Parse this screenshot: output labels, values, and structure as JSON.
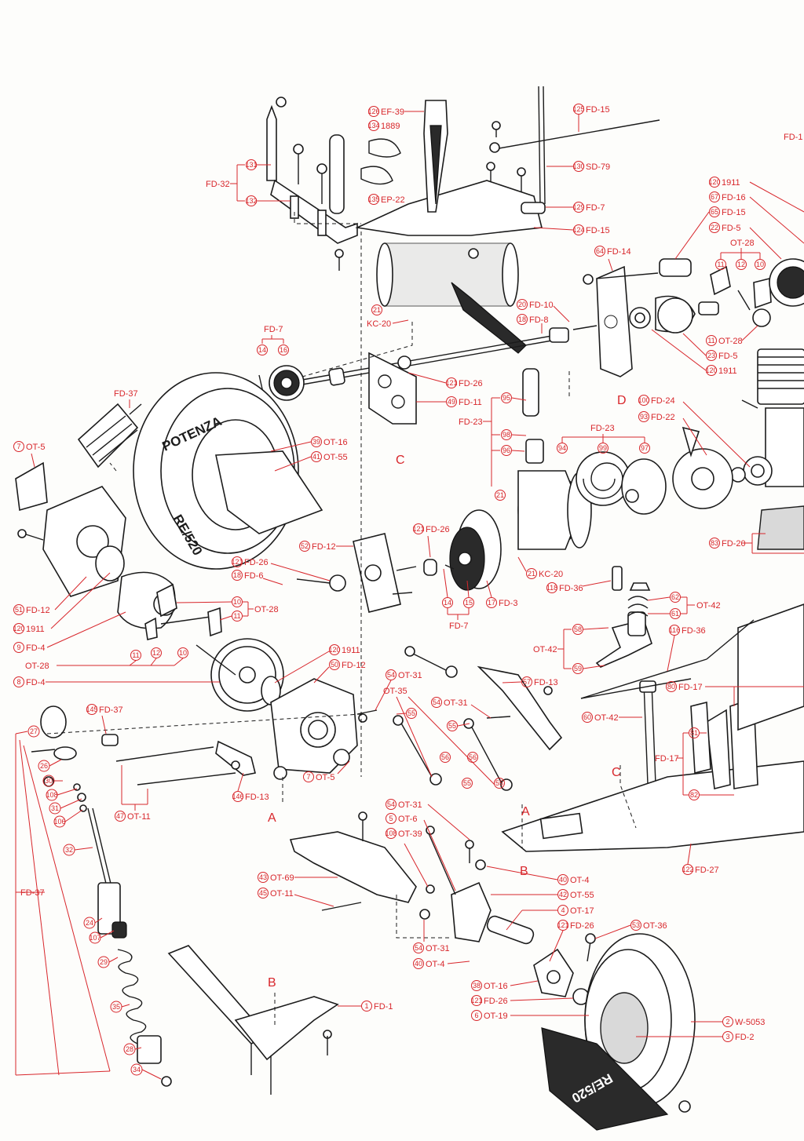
{
  "labels": {
    "c1": "126",
    "t1": "EF-39",
    "c2": "134",
    "t2": "1889",
    "c3": "135",
    "t3": "EP-22",
    "c4": "125",
    "t4": "FD-15",
    "c5": "130",
    "t5": "SD-79",
    "c6": "129",
    "t6": "FD-7",
    "c7": "124",
    "t7": "FD-15",
    "c8": "131",
    "c9": "132",
    "t8": "FD-32",
    "t9": "FD-1",
    "c10": "120",
    "t10": "1911",
    "c11": "67",
    "t11": "FD-16",
    "c12": "65",
    "t12": "FD-15",
    "c13": "22",
    "t13": "FD-5",
    "t14": "OT-28",
    "c15": "11",
    "c16": "12",
    "c17": "10",
    "c18": "64",
    "t18": "FD-14",
    "c19": "21",
    "t19": "KC-20",
    "c20": "20",
    "t20": "FD-10",
    "c21": "18",
    "t21": "FD-8",
    "c22": "11",
    "t22": "OT-28",
    "c23": "23",
    "t23": "FD-5",
    "c24": "120",
    "t24": "1911",
    "t25": "FD-7",
    "c25a": "14",
    "c25b": "16",
    "c26": "121",
    "t26": "FD-26",
    "c27": "49",
    "t27": "FD-11",
    "t28": "FD-37",
    "c29": "7",
    "t29": "OT-5",
    "c30": "39",
    "t30": "OT-16",
    "c31": "41",
    "t31": "OT-55",
    "t32": "FD-23",
    "c32a": "95",
    "c32b": "98",
    "c32c": "96",
    "c32d": "21",
    "t33": "FD-23",
    "c33a": "94",
    "c33b": "99",
    "c33c": "97",
    "c34": "100",
    "t34": "FD-24",
    "c35": "93",
    "t35": "FD-22",
    "c36": "83",
    "t36": "FD-20",
    "c37": "121",
    "t37": "FD-26",
    "c38": "52",
    "t38": "FD-12",
    "c39": "121",
    "t39": "FD-26",
    "c40": "18",
    "t40": "FD-6",
    "c41": "21",
    "t41": "KC-20",
    "c42a": "14",
    "c42b": "15",
    "t42": "FD-7",
    "c43": "17",
    "t43": "FD-3",
    "c44": "118",
    "t44": "FD-36",
    "c45a": "62",
    "c45b": "61",
    "t45": "OT-42",
    "t46": "OT-42",
    "c46a": "58",
    "c46b": "59",
    "c47": "116",
    "t47": "FD-36",
    "c48": "51",
    "t48": "FD-12",
    "c49": "120",
    "t49": "1911",
    "c50": "9",
    "t50": "FD-4",
    "c51a": "10",
    "c51b": "11",
    "t51": "OT-28",
    "c52a": "11",
    "c52b": "12",
    "c52c": "10",
    "t53": "OT-28",
    "c54": "8",
    "t54": "FD-4",
    "c55": "120",
    "t55": "1911",
    "c56": "50",
    "t56": "FD-12",
    "c57": "54",
    "t57": "OT-31",
    "t58": "OT-35",
    "c59": "54",
    "t59": "OT-31",
    "c60": "57",
    "t60": "FD-13",
    "c61": "55",
    "c62": "56",
    "c63": "80",
    "t63": "FD-17",
    "c64": "60",
    "t64": "OT-42",
    "t65": "FD-17",
    "c65a": "81",
    "c65b": "82",
    "c66": "145",
    "t66": "FD-37",
    "c67": "7",
    "t67": "OT-5",
    "c68": "146",
    "t68": "FD-13",
    "c69": "47",
    "t69": "OT-11",
    "t70": "FD-37",
    "sh": [
      "27",
      "26",
      "30",
      "108",
      "31",
      "106",
      "32",
      "24",
      "107",
      "29",
      "35",
      "28",
      "34"
    ],
    "c71": "54",
    "t71": "OT-31",
    "c72": "5",
    "t72": "OT-6",
    "c73": "108",
    "t73": "OT-39",
    "c74": "43",
    "t74": "OT-69",
    "c75": "45",
    "t75": "OT-11",
    "c76": "40",
    "t76": "OT-4",
    "c77": "42",
    "t77": "OT-55",
    "c78": "4",
    "t78": "OT-17",
    "c79": "121",
    "t79": "FD-26",
    "c80": "53",
    "t80": "OT-36",
    "c81": "54",
    "t81": "OT-31",
    "c82": "40",
    "t82": "OT-4",
    "c83": "122",
    "t83": "FD-27",
    "c84": "1",
    "t84": "FD-1",
    "c85": "38",
    "t85": "OT-16",
    "c86": "121",
    "t86": "FD-26",
    "c87": "6",
    "t87": "OT-19",
    "c88": "2",
    "t88": "W-5053",
    "c89": "3",
    "t89": "FD-2",
    "letters": {
      "a1": "A",
      "a2": "A",
      "b1": "B",
      "b2": "B",
      "c1": "C",
      "c2": "C",
      "d1": "D"
    },
    "tire_text_1": "POTENZA",
    "tire_text_2": "RE/520",
    "tire_text_3": "RE/520"
  },
  "colors": {
    "label": "#d8262b",
    "line": "#1b1b1b",
    "paper": "#fdfdfb"
  }
}
